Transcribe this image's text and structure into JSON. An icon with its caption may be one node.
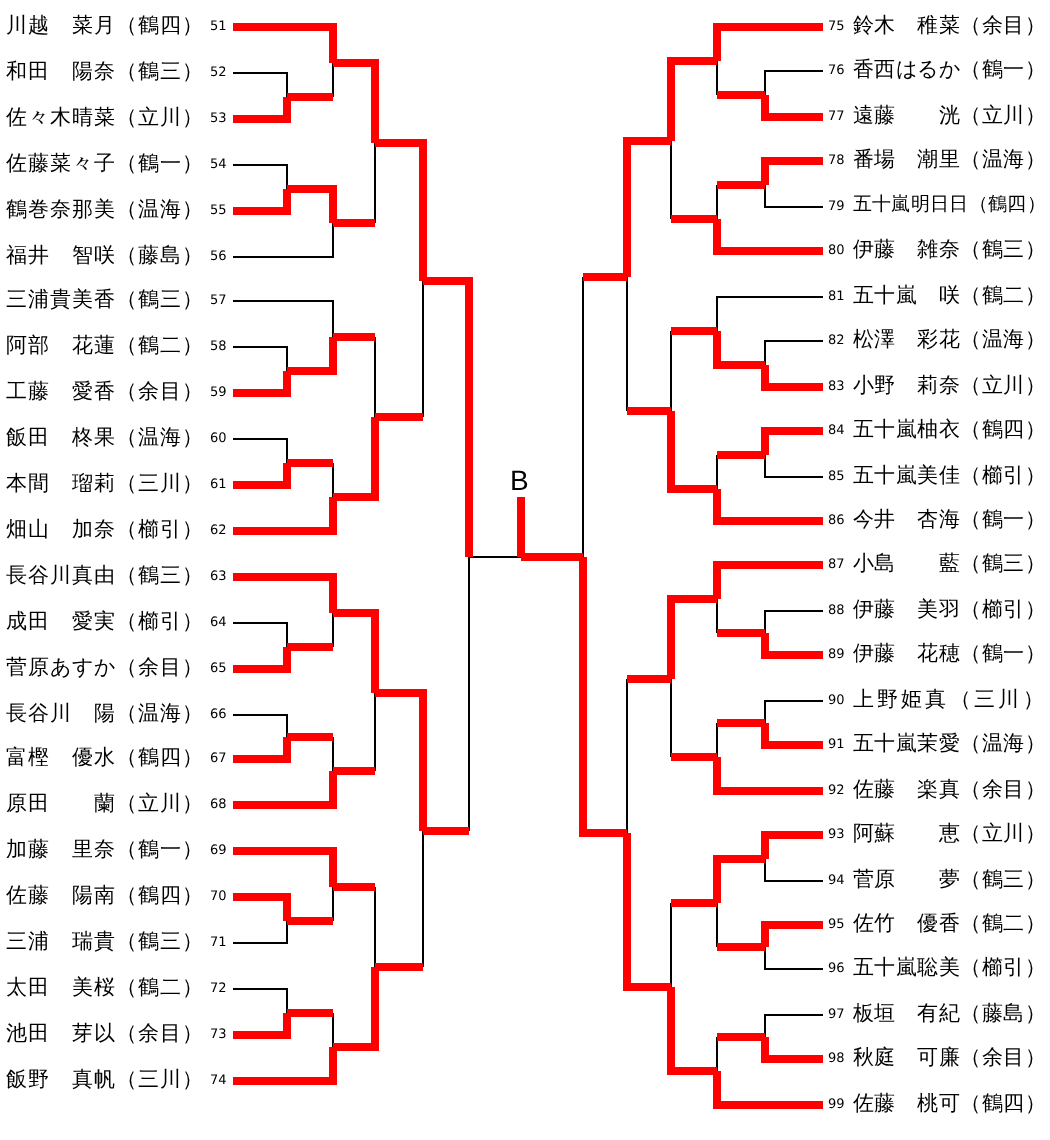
{
  "diagram": {
    "nodes": [
      {
        "text": [
          "川越　菜月（鶴四）"
        ],
        "beside": [
          "51"
        ]
      },
      {
        "text": [
          "和田　陽奈（鶴三）"
        ],
        "beside": [
          "52"
        ]
      },
      {
        "text": [
          "佐々木晴菜（立川）"
        ],
        "beside": [
          "53"
        ]
      },
      {
        "text": [
          "佐藤菜々子（鶴一）"
        ],
        "beside": [
          "54"
        ]
      },
      {
        "text": [
          "鶴巻奈那美（温海）"
        ],
        "beside": [
          "55"
        ]
      },
      {
        "text": [
          "福井　智咲（藤島）"
        ],
        "beside": [
          "56"
        ]
      },
      {
        "text": [
          "三浦貴美香（鶴三）"
        ],
        "beside": [
          "57"
        ]
      },
      {
        "text": [
          "阿部　花蓮（鶴二）"
        ],
        "beside": [
          "58"
        ]
      },
      {
        "text": [
          "工藤　愛香（余目）"
        ],
        "beside": [
          "59"
        ]
      },
      {
        "text": [
          "飯田　柊果（温海）"
        ],
        "beside": [
          "60"
        ]
      },
      {
        "text": [
          "本間　瑠莉（三川）"
        ],
        "beside": [
          "61"
        ]
      },
      {
        "text": [
          "畑山　加奈（櫛引）"
        ],
        "beside": [
          "62"
        ]
      },
      {
        "text": [
          "長谷川真由（鶴三）"
        ],
        "beside": [
          "63"
        ]
      },
      {
        "text": [
          "成田　愛実（櫛引）"
        ],
        "beside": [
          "64"
        ]
      },
      {
        "text": [
          "菅原あすか（余目）"
        ],
        "beside": [
          "65"
        ]
      },
      {
        "text": [
          "長谷川　陽（温海）"
        ],
        "beside": [
          "66"
        ]
      },
      {
        "text": [
          "富樫　優水（鶴四）"
        ],
        "beside": [
          "67"
        ]
      },
      {
        "text": [
          "原田　　蘭（立川）"
        ],
        "beside": [
          "68"
        ]
      },
      {
        "text": [
          "加藤　里奈（鶴一）"
        ],
        "beside": [
          "69"
        ]
      },
      {
        "text": [
          "佐藤　陽南（鶴四）"
        ],
        "beside": [
          "70"
        ]
      },
      {
        "text": [
          "三浦　瑞貴（鶴三）"
        ],
        "beside": [
          "71"
        ]
      },
      {
        "text": [
          "太田　美桜（鶴二）"
        ],
        "beside": [
          "72"
        ]
      },
      {
        "text": [
          "池田　芽以（余目）"
        ],
        "beside": [
          "73"
        ]
      },
      {
        "text": [
          "飯野　真帆（三川）"
        ],
        "beside": [
          "74"
        ]
      },
      {
        "text": [
          "鈴木　稚菜（余目）"
        ],
        "beside": [
          "75"
        ]
      },
      {
        "text": [
          "香西はるか（鶴一）"
        ],
        "beside": [
          "76"
        ]
      },
      {
        "text": [
          "遠藤　　洸（立川）"
        ],
        "beside": [
          "77"
        ]
      },
      {
        "text": [
          "番場　潮里（温海）"
        ],
        "beside": [
          "78"
        ]
      },
      {
        "text": [
          "五十嵐明日日（鶴四）"
        ],
        "beside": [
          "79"
        ]
      },
      {
        "text": [
          "伊藤　雑奈（鶴三）"
        ],
        "beside": [
          "80"
        ]
      },
      {
        "text": [
          "五十嵐　咲（鶴二）"
        ],
        "beside": [
          "81"
        ]
      },
      {
        "text": [
          "松澤　彩花（温海）"
        ],
        "beside": [
          "82"
        ]
      },
      {
        "text": [
          "小野　莉奈（立川）"
        ],
        "beside": [
          "83"
        ]
      },
      {
        "text": [
          "五十嵐柚衣（鶴四）"
        ],
        "beside": [
          "84"
        ]
      },
      {
        "text": [
          "五十嵐美佳（櫛引）"
        ],
        "beside": [
          "85"
        ]
      },
      {
        "text": [
          "今井　杏海（鶴一）"
        ],
        "beside": [
          "86"
        ]
      },
      {
        "text": [
          "小島　　藍（鶴三）"
        ],
        "beside": [
          "87"
        ]
      },
      {
        "text": [
          "伊藤　美羽（櫛引）"
        ],
        "beside": [
          "88"
        ]
      },
      {
        "text": [
          "伊藤　花穂（鶴一）"
        ],
        "beside": [
          "89"
        ]
      },
      {
        "text": [
          "上野姫真（三川）"
        ],
        "beside": [
          "90"
        ]
      },
      {
        "text": [
          "五十嵐茉愛（温海）"
        ],
        "beside": [
          "91"
        ]
      },
      {
        "text": [
          "佐藤　楽真（余目）"
        ],
        "beside": [
          "92"
        ]
      },
      {
        "text": [
          "阿蘇　　恵（立川）"
        ],
        "beside": [
          "93"
        ]
      },
      {
        "text": [
          "菅原　　夢（鶴三）"
        ],
        "beside": [
          "94"
        ]
      },
      {
        "text": [
          "佐竹　優香（鶴二）"
        ],
        "beside": [
          "95"
        ]
      },
      {
        "text": [
          "五十嵐聡美（櫛引）"
        ],
        "beside": [
          "96"
        ]
      },
      {
        "text": [
          "板垣　有紀（藤島）"
        ],
        "beside": [
          "97"
        ]
      },
      {
        "text": [
          "秋庭　可廉（余目）"
        ],
        "beside": [
          "98"
        ]
      },
      {
        "text": [
          "佐藤　桃可（鶴四）"
        ],
        "beside": [
          "99"
        ]
      },
      {
        "text": [
          "B"
        ]
      }
    ],
    "edges": [
      {
        "from": 0,
        "to": 49,
        "arrow": "none"
      },
      {
        "from": 1,
        "to": 49,
        "arrow": "none"
      },
      {
        "from": 2,
        "to": 49,
        "arrow": "none"
      },
      {
        "from": 3,
        "to": 49,
        "arrow": "none"
      },
      {
        "from": 4,
        "to": 49,
        "arrow": "none"
      },
      {
        "from": 5,
        "to": 49,
        "arrow": "none"
      },
      {
        "from": 6,
        "to": 49,
        "arrow": "none"
      },
      {
        "from": 7,
        "to": 49,
        "arrow": "none"
      },
      {
        "from": 8,
        "to": 49,
        "arrow": "none"
      },
      {
        "from": 9,
        "to": 49,
        "arrow": "none"
      },
      {
        "from": 10,
        "to": 49,
        "arrow": "none"
      },
      {
        "from": 11,
        "to": 49,
        "arrow": "none"
      },
      {
        "from": 12,
        "to": 49,
        "arrow": "none",
        "color": "#000000"
      },
      {
        "from": 13,
        "to": 49,
        "arrow": "none",
        "color": "#000000"
      },
      {
        "from": 14,
        "to": 49,
        "arrow": "none",
        "color": "#000000"
      },
      {
        "from": 15,
        "to": 49,
        "arrow": "none",
        "color": "#000000"
      },
      {
        "from": 16,
        "to": 49,
        "arrow": "none",
        "color": "#000000"
      },
      {
        "from": 17,
        "to": 49,
        "arrow": "none",
        "color": "#000000"
      },
      {
        "from": 18,
        "to": 49,
        "arrow": "none",
        "color": "#000000"
      },
      {
        "from": 19,
        "to": 49,
        "arrow": "none",
        "color": "#000000"
      },
      {
        "from": 20,
        "to": 49,
        "arrow": "none",
        "color": "#000000"
      },
      {
        "from": 21,
        "to": 49,
        "arrow": "none",
        "color": "#000000"
      },
      {
        "from": 22,
        "to": 49,
        "arrow": "none",
        "color": "#000000"
      },
      {
        "from": 23,
        "to": 49,
        "arrow": "none",
        "color": "#000000"
      },
      {
        "from": 24,
        "to": 49,
        "arrow": "none",
        "color": "#000000"
      },
      {
        "from": 25,
        "to": 49,
        "arrow": "none",
        "color": "#000000"
      },
      {
        "from": 26,
        "to": 49,
        "arrow": "none",
        "color": "#000000"
      },
      {
        "from": 27,
        "to": 49,
        "arrow": "none",
        "color": "#000000"
      },
      {
        "from": 28,
        "to": 49,
        "arrow": "none",
        "color": "#000000"
      },
      {
        "from": 29,
        "to": 49,
        "arrow": "none",
        "color": "#000000"
      },
      {
        "from": 30,
        "to": 49,
        "arrow": "none",
        "color": "#000000"
      },
      {
        "from": 31,
        "to": 49,
        "arrow": "none",
        "color": "#000000"
      },
      {
        "from": 32,
        "to": 49,
        "arrow": "none",
        "color": "#000000"
      },
      {
        "from": 33,
        "to": 49,
        "arrow": "none",
        "color": "#000000"
      },
      {
        "from": 34,
        "to": 49,
        "arrow": "none",
        "color": "#000000"
      },
      {
        "from": 35,
        "to": 49,
        "arrow": "none",
        "color": "#000000"
      },
      {
        "from": 36,
        "to": 49,
        "arrow": "none"
      },
      {
        "from": 37,
        "to": 49,
        "arrow": "none"
      },
      {
        "from": 38,
        "to": 49,
        "arrow": "none"
      },
      {
        "from": 39,
        "to": 49,
        "arrow": "none"
      },
      {
        "from": 40,
        "to": 49,
        "arrow": "none"
      },
      {
        "from": 41,
        "to": 49,
        "arrow": "none"
      },
      {
        "from": 42,
        "to": 49,
        "arrow": "none"
      },
      {
        "from": 43,
        "to": 49,
        "arrow": "none"
      },
      {
        "from": 44,
        "to": 49,
        "arrow": "none"
      },
      {
        "from": 45,
        "to": 49,
        "arrow": "none"
      },
      {
        "from": 46,
        "to": 49,
        "arrow": "none"
      },
      {
        "from": 47,
        "to": 49,
        "arrow": "none"
      },
      {
        "from": 48,
        "to": 49,
        "arrow": "none"
      }
    ]
  }
}
